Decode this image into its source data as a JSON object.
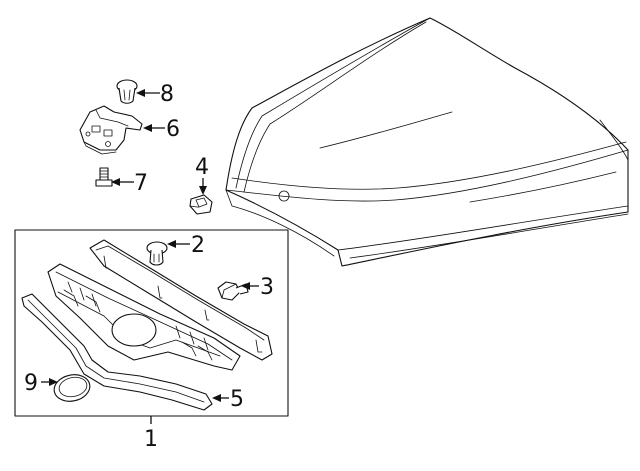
{
  "callouts": [
    {
      "id": "1",
      "text": "1"
    },
    {
      "id": "2",
      "text": "2"
    },
    {
      "id": "3",
      "text": "3"
    },
    {
      "id": "4",
      "text": "4"
    },
    {
      "id": "5",
      "text": "5"
    },
    {
      "id": "6",
      "text": "6"
    },
    {
      "id": "7",
      "text": "7"
    },
    {
      "id": "8",
      "text": "8"
    },
    {
      "id": "9",
      "text": "9"
    }
  ],
  "colors": {
    "ink": "#111111",
    "background": "#ffffff"
  }
}
